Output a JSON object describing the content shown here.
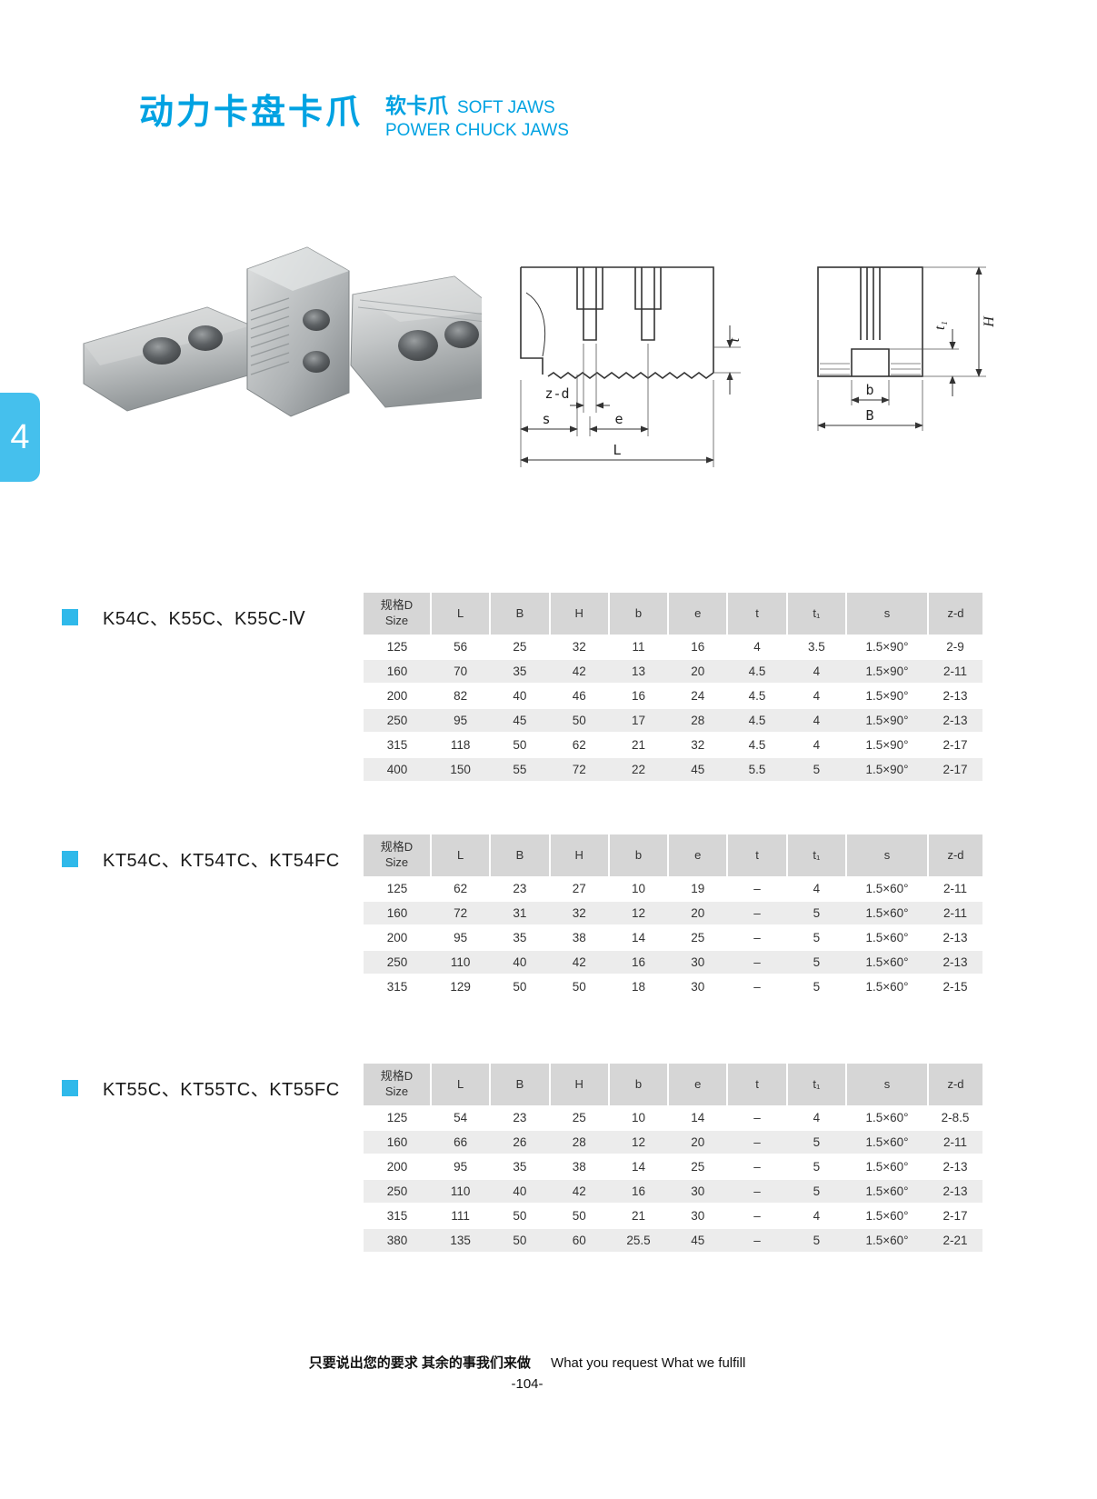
{
  "page": {
    "number": "-104-",
    "side_tab": "4"
  },
  "header": {
    "title_cn": "动力卡盘卡爪",
    "subtitle_cn": "软卡爪",
    "subtitle_en": "SOFT JAWS",
    "product_line_en": "POWER CHUCK JAWS"
  },
  "footer": {
    "cn": "只要说出您的要求  其余的事我们来做",
    "en": "What you request  What we fulfill"
  },
  "colors": {
    "accent": "#00a2e2",
    "tab_blue": "#45c0ed",
    "table_header_bg": "#d6d6d6",
    "row_alt_bg": "#ececec"
  },
  "drawing_labels": {
    "t": "t",
    "z_d": "z-d",
    "s": "s",
    "e": "e",
    "L": "L",
    "H": "H",
    "t1": "t₁",
    "b": "b",
    "B": "B"
  },
  "tables": [
    {
      "title": "K54C、K55C、K55C-Ⅳ",
      "size_header": {
        "line1": "规格D",
        "line2": "Size"
      },
      "headers": [
        "L",
        "B",
        "H",
        "b",
        "e",
        "t",
        "t₁",
        "s",
        "z-d"
      ],
      "rows": [
        [
          "125",
          "56",
          "25",
          "32",
          "11",
          "16",
          "4",
          "3.5",
          "1.5×90°",
          "2-9"
        ],
        [
          "160",
          "70",
          "35",
          "42",
          "13",
          "20",
          "4.5",
          "4",
          "1.5×90°",
          "2-11"
        ],
        [
          "200",
          "82",
          "40",
          "46",
          "16",
          "24",
          "4.5",
          "4",
          "1.5×90°",
          "2-13"
        ],
        [
          "250",
          "95",
          "45",
          "50",
          "17",
          "28",
          "4.5",
          "4",
          "1.5×90°",
          "2-13"
        ],
        [
          "315",
          "118",
          "50",
          "62",
          "21",
          "32",
          "4.5",
          "4",
          "1.5×90°",
          "2-17"
        ],
        [
          "400",
          "150",
          "55",
          "72",
          "22",
          "45",
          "5.5",
          "5",
          "1.5×90°",
          "2-17"
        ]
      ]
    },
    {
      "title": "KT54C、KT54TC、KT54FC",
      "size_header": {
        "line1": "规格D",
        "line2": "Size"
      },
      "headers": [
        "L",
        "B",
        "H",
        "b",
        "e",
        "t",
        "t₁",
        "s",
        "z-d"
      ],
      "rows": [
        [
          "125",
          "62",
          "23",
          "27",
          "10",
          "19",
          "–",
          "4",
          "1.5×60°",
          "2-11"
        ],
        [
          "160",
          "72",
          "31",
          "32",
          "12",
          "20",
          "–",
          "5",
          "1.5×60°",
          "2-11"
        ],
        [
          "200",
          "95",
          "35",
          "38",
          "14",
          "25",
          "–",
          "5",
          "1.5×60°",
          "2-13"
        ],
        [
          "250",
          "110",
          "40",
          "42",
          "16",
          "30",
          "–",
          "5",
          "1.5×60°",
          "2-13"
        ],
        [
          "315",
          "129",
          "50",
          "50",
          "18",
          "30",
          "–",
          "5",
          "1.5×60°",
          "2-15"
        ]
      ]
    },
    {
      "title": "KT55C、KT55TC、KT55FC",
      "size_header": {
        "line1": "规格D",
        "line2": "Size"
      },
      "headers": [
        "L",
        "B",
        "H",
        "b",
        "e",
        "t",
        "t₁",
        "s",
        "z-d"
      ],
      "rows": [
        [
          "125",
          "54",
          "23",
          "25",
          "10",
          "14",
          "–",
          "4",
          "1.5×60°",
          "2-8.5"
        ],
        [
          "160",
          "66",
          "26",
          "28",
          "12",
          "20",
          "–",
          "5",
          "1.5×60°",
          "2-11"
        ],
        [
          "200",
          "95",
          "35",
          "38",
          "14",
          "25",
          "–",
          "5",
          "1.5×60°",
          "2-13"
        ],
        [
          "250",
          "110",
          "40",
          "42",
          "16",
          "30",
          "–",
          "5",
          "1.5×60°",
          "2-13"
        ],
        [
          "315",
          "111",
          "50",
          "50",
          "21",
          "30",
          "–",
          "4",
          "1.5×60°",
          "2-17"
        ],
        [
          "380",
          "135",
          "50",
          "60",
          "25.5",
          "45",
          "–",
          "5",
          "1.5×60°",
          "2-21"
        ]
      ]
    }
  ]
}
